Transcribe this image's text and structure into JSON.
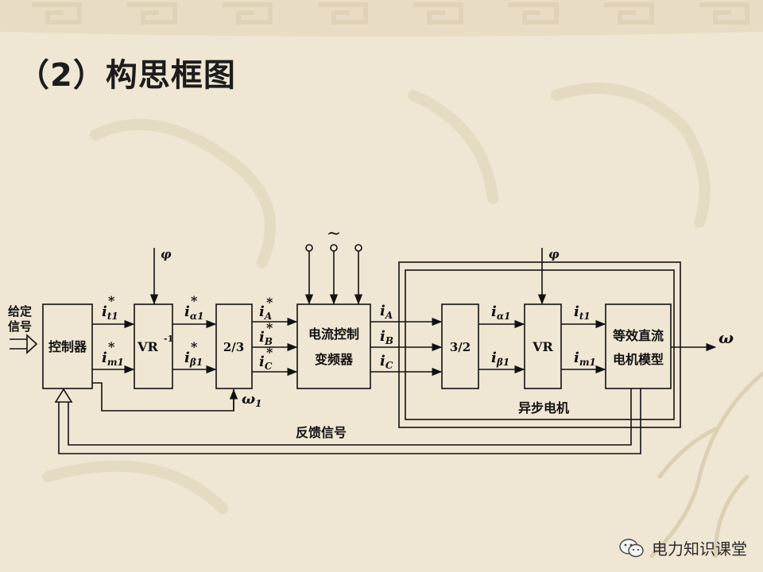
{
  "slide": {
    "title": "（2）构思框图"
  },
  "diagram": {
    "input_label_line1": "给定",
    "input_label_line2": "信号",
    "blocks": {
      "controller": "控制器",
      "vr_inverse": "VR",
      "vr_inverse_sup": "-1",
      "transform_23": "2/3",
      "converter_line1": "电流控制",
      "converter_line2": "变频器",
      "transform_32": "3/2",
      "vr": "VR",
      "motor_line1": "等效直流",
      "motor_line2": "电机模型"
    },
    "signals": {
      "it1_star": "i",
      "it1_sub": "t1",
      "im1_star": "i",
      "im1_sub": "m1",
      "ialpha1_star_sub": "α1",
      "ibeta1_star_sub": "β1",
      "iA_star_sub": "A",
      "iB_star_sub": "B",
      "iC_star_sub": "C",
      "iA_sub": "A",
      "iB_sub": "B",
      "iC_sub": "C",
      "ialpha1_sub": "α1",
      "ibeta1_sub": "β1",
      "it1_out_sub": "t1",
      "im1_out_sub": "m1",
      "star": "*",
      "i": "i",
      "phi": "φ",
      "omega1": "ω",
      "omega1_sub": "1",
      "omega_out": "ω",
      "ac_symbol": "~"
    },
    "async_motor_label": "异步电机",
    "feedback_label": "反馈信号"
  },
  "watermark": {
    "text": "电力知识课堂",
    "icon": "wechat-icon"
  }
}
